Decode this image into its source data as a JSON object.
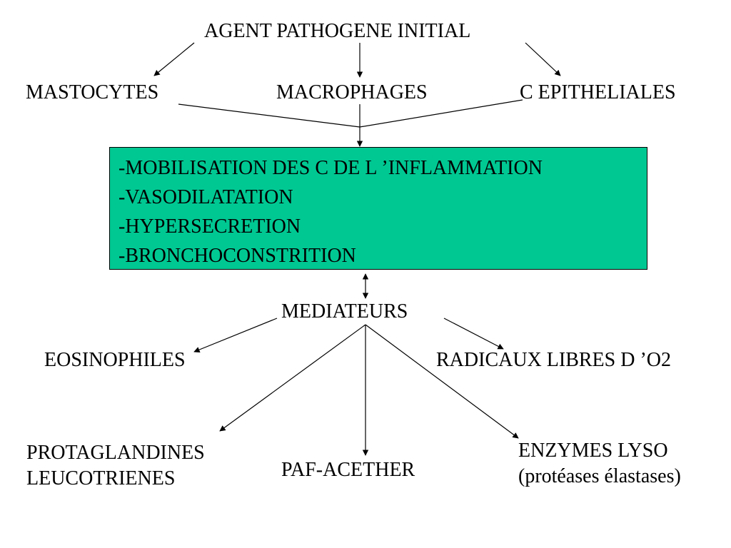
{
  "colors": {
    "box_fill": "#00c893",
    "line": "#000000",
    "text": "#000000"
  },
  "nodes": {
    "agent": "AGENT PATHOGENE INITIAL",
    "mastocytes": "MASTOCYTES",
    "macrophages": "MACROPHAGES",
    "epitheliales": "C EPITHELIALES",
    "mediateurs": "MEDIATEURS",
    "eosinophiles": "EOSINOPHILES",
    "radicaux": "RADICAUX LIBRES D ’O2",
    "protaglandines": "PROTAGLANDINES",
    "leucotrienes": "LEUCOTRIENES",
    "paf": "PAF-ACETHER",
    "enzymes": "ENZYMES LYSO",
    "proteases": "(protéases élastases)"
  },
  "effects_box": {
    "lines": [
      "-MOBILISATION DES C DE L ’INFLAMMATION",
      "-VASODILATATION",
      "-HYPERSECRETION",
      "-BRONCHOCONSTRITION"
    ]
  }
}
